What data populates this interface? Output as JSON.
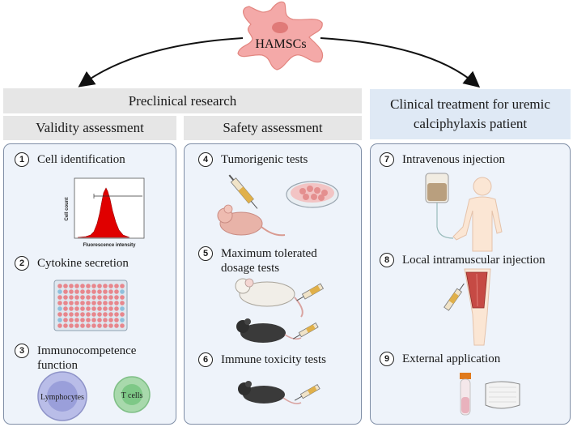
{
  "top": {
    "cell_label": "HAMSCs"
  },
  "headers": {
    "preclinical": "Preclinical research",
    "validity": "Validity assessment",
    "safety": "Safety assessment",
    "clinical": "Clinical treatment for uremic calciphylaxis patient"
  },
  "validity_steps": [
    {
      "num": "1",
      "label": "Cell identification"
    },
    {
      "num": "2",
      "label": "Cytokine secretion"
    },
    {
      "num": "3",
      "label": "Immunocompetence function"
    }
  ],
  "flow": {
    "ylabel": "Cell count",
    "xlabel": "Fluorescence intensity"
  },
  "cells": {
    "lymphocytes": "Lymphocytes",
    "tcells": "T cells"
  },
  "safety_steps": [
    {
      "num": "4",
      "label": "Tumorigenic tests"
    },
    {
      "num": "5",
      "label": "Maximum tolerated dosage tests"
    },
    {
      "num": "6",
      "label": "Immune toxicity tests"
    }
  ],
  "clinical_steps": [
    {
      "num": "7",
      "label": "Intravenous injection"
    },
    {
      "num": "8",
      "label": "Local intramuscular injection"
    },
    {
      "num": "9",
      "label": "External application"
    }
  ],
  "colors": {
    "panel_bg": "#eef3fa",
    "panel_border": "#7f8ea6",
    "header_gray": "#e6e6e6",
    "header_blue": "#dfe9f5",
    "cell_pink": "#e8868c",
    "histogram_red": "#e00000"
  }
}
